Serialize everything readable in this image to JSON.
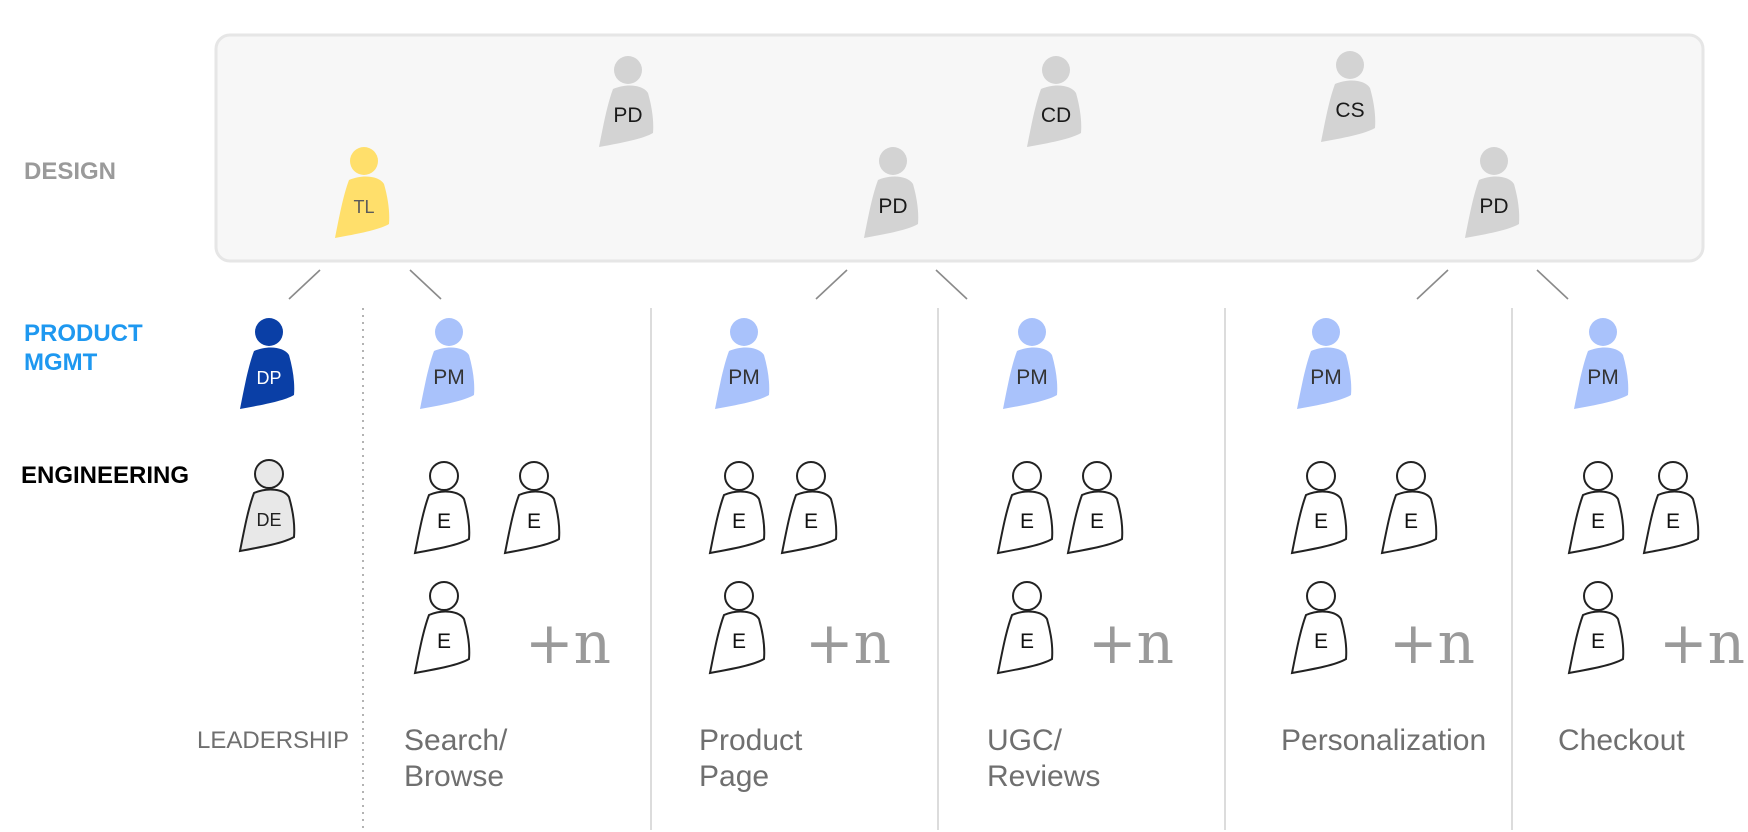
{
  "colors": {
    "design": "#d3d3d3",
    "team_lead": "#ffdf6b",
    "director_product": "#0a3fa6",
    "product_manager": "#a9c2fb",
    "label_design": "#9a9a9a",
    "label_product": "#1e98f0",
    "label_engineering": "#000000",
    "panel_fill": "#f7f7f7",
    "panel_stroke": "#e6e6e6",
    "divider": "#d0d0d0"
  },
  "rows": {
    "design": "DESIGN",
    "product_line1": "PRODUCT",
    "product_line2": "MGMT",
    "engineering": "ENGINEERING"
  },
  "design_people": [
    {
      "role": "TL",
      "kind": "team_lead"
    },
    {
      "role": "PD",
      "kind": "design"
    },
    {
      "role": "PD",
      "kind": "design"
    },
    {
      "role": "CD",
      "kind": "design"
    },
    {
      "role": "CS",
      "kind": "design"
    },
    {
      "role": "PD",
      "kind": "design"
    }
  ],
  "leadership": {
    "label": "LEADERSHIP",
    "product_role": "DP",
    "engineering_role": "DE"
  },
  "teams": [
    {
      "name_line1": "Search/",
      "name_line2": "Browse",
      "pm_role": "PM",
      "eng_role": "E",
      "more": "+n"
    },
    {
      "name_line1": "Product",
      "name_line2": "Page",
      "pm_role": "PM",
      "eng_role": "E",
      "more": "+n"
    },
    {
      "name_line1": "UGC/",
      "name_line2": "Reviews",
      "pm_role": "PM",
      "eng_role": "E",
      "more": "+n"
    },
    {
      "name_line1": "Personalization",
      "name_line2": "",
      "pm_role": "PM",
      "eng_role": "E",
      "more": "+n"
    },
    {
      "name_line1": "Checkout",
      "name_line2": "",
      "pm_role": "PM",
      "eng_role": "E",
      "more": "+n"
    }
  ]
}
